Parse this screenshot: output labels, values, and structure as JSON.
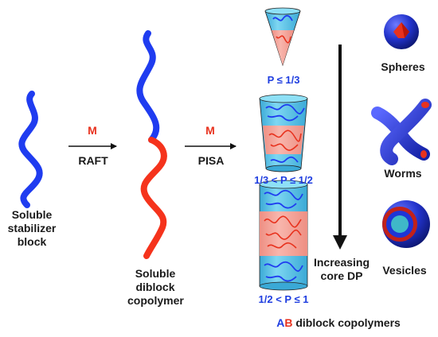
{
  "colors": {
    "blue_block": "#1f3cf0",
    "red_block": "#f5331c",
    "core_fill": "#f4a49a",
    "corona_fill": "#4fc3e8",
    "label_blue": "#1f3ee0",
    "label_red": "#e8321e",
    "text": "#1a1a1a"
  },
  "labels": {
    "stabilizer_line1": "Soluble",
    "stabilizer_line2": "stabilizer",
    "stabilizer_line3": "block",
    "diblock_line1": "Soluble",
    "diblock_line2": "diblock",
    "diblock_line3": "copolymer",
    "monomer1": "M",
    "raft": "RAFT",
    "monomer2": "M",
    "pisa": "PISA",
    "increasing_line1": "Increasing",
    "increasing_line2": "core DP",
    "footer_ab_a": "A",
    "footer_ab_b": "B",
    "footer_rest": " diblock copolymers"
  },
  "packing_ranges": [
    "P ≤ 1/3",
    "1/3 < P ≤ 1/2",
    "1/2 < P ≤ 1"
  ],
  "morphologies": [
    "Spheres",
    "Worms",
    "Vesicles"
  ],
  "icons": [
    "cone-icon",
    "truncated-cone-icon",
    "cylinder-icon",
    "sphere-icon",
    "worm-icon",
    "vesicle-icon"
  ]
}
